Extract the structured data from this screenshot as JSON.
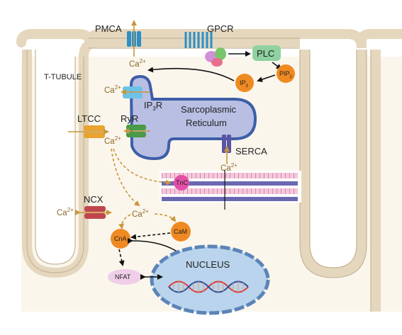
{
  "labels": {
    "pmca": "PMCA",
    "gpcr": "GPCR",
    "plc": "PLC",
    "pip2": "PIP",
    "pip2_sub": "2",
    "ip3": "IP",
    "ip3_sub": "3",
    "t_tubule": "T-TUBULE",
    "ip3r": "IP",
    "ip3r_sub": "3",
    "ip3r_suffix": "R",
    "sr_line1": "Sarcoplasmic",
    "sr_line2": "Reticulum",
    "ltcc": "LTCC",
    "ryr": "RyR",
    "serca": "SERCA",
    "tnc": "TnC",
    "ncx": "NCX",
    "cna": "CnA",
    "cam": "CaM",
    "nucleus": "NUCLEUS",
    "nfat": "NFAT",
    "ca": "Ca",
    "ca_sup": "2+"
  },
  "colors": {
    "membrane": "#e5d7bd",
    "cytoplasm": "#fbf6ec",
    "sr_fill": "#b8bfe3",
    "sr_border": "#3d5ea8",
    "calcium_arrow": "#c8963c",
    "orange_node": "#ef8a22",
    "nucleus_fill": "#b9d4ec",
    "nfat_fill": "#f0cde8"
  }
}
